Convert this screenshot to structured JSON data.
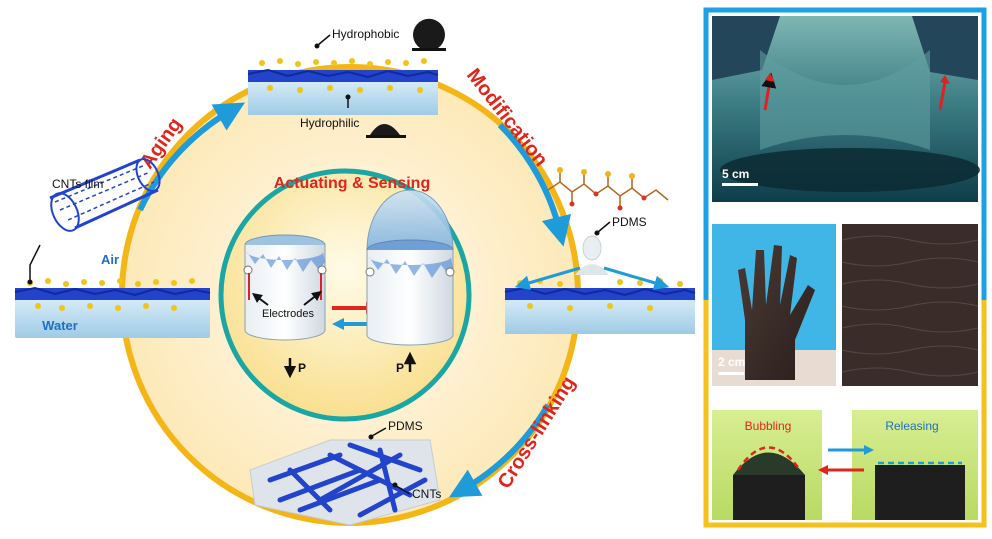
{
  "cycle": {
    "center_title": "Actuating & Sensing",
    "steps": {
      "aging": "Aging",
      "modification": "Modification",
      "cross_linking": "Cross-linking"
    },
    "labels": {
      "cnts_film": "CNTs film",
      "air": "Air",
      "water": "Water",
      "hydrophobic": "Hydrophobic",
      "hydrophilic": "Hydrophilic",
      "pdms_top": "PDMS",
      "pdms_bottom": "PDMS",
      "cnts": "CNTs",
      "electrodes": "Electrodes",
      "p_left": "P",
      "p_right": "P"
    }
  },
  "photos": {
    "scale_1": "5 cm",
    "scale_2": "2 cm",
    "bubbling": "Bubbling",
    "releasing": "Releasing"
  },
  "colors": {
    "cycle_ring_yellow": "#f4b616",
    "inner_ring_teal": "#1aa6a3",
    "arrow_blue": "#1e9bd8",
    "step_red": "#e0251b",
    "cnt_blue": "#2244cc",
    "frame_blue": "#1da1e6",
    "frame_yellow": "#f6c11a"
  }
}
